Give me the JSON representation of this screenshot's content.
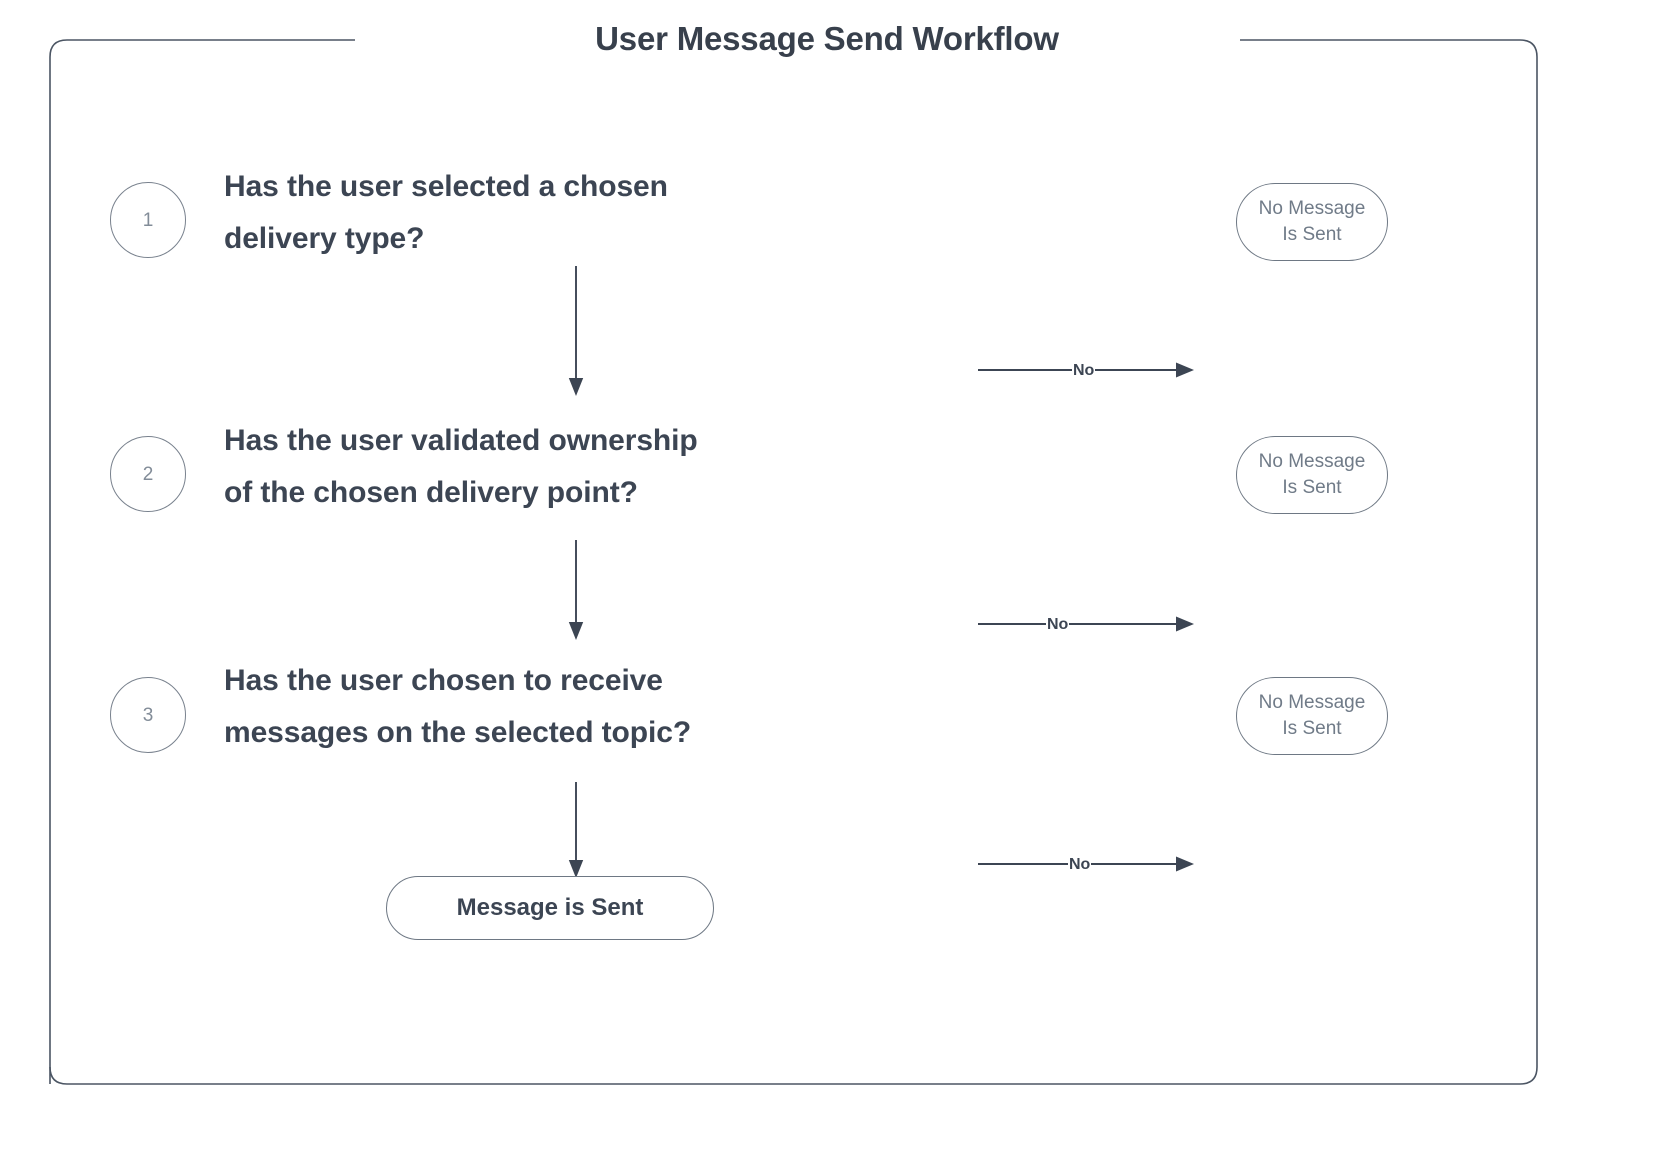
{
  "diagram": {
    "title": "User Message Send Workflow",
    "type": "flowchart",
    "colors": {
      "text_dark": "#3c4553",
      "text_muted": "#707b88",
      "stroke": "#6e7884",
      "background": "#ffffff"
    },
    "steps": [
      {
        "number": "1",
        "question_line_1": "Has the user selected a chosen",
        "question_line_2": "delivery type?",
        "branch_label": "No",
        "terminal_line_1": "No Message",
        "terminal_line_2": "Is Sent"
      },
      {
        "number": "2",
        "question_line_1": "Has the user validated ownership",
        "question_line_2": "of the chosen delivery point?",
        "branch_label": "No",
        "terminal_line_1": "No Message",
        "terminal_line_2": "Is Sent"
      },
      {
        "number": "3",
        "question_line_1": "Has the user chosen to receive",
        "question_line_2": "messages on the selected topic?",
        "branch_label": "No",
        "terminal_line_1": "No Message",
        "terminal_line_2": "Is Sent"
      }
    ],
    "final_terminal": {
      "label": "Message is Sent"
    }
  }
}
